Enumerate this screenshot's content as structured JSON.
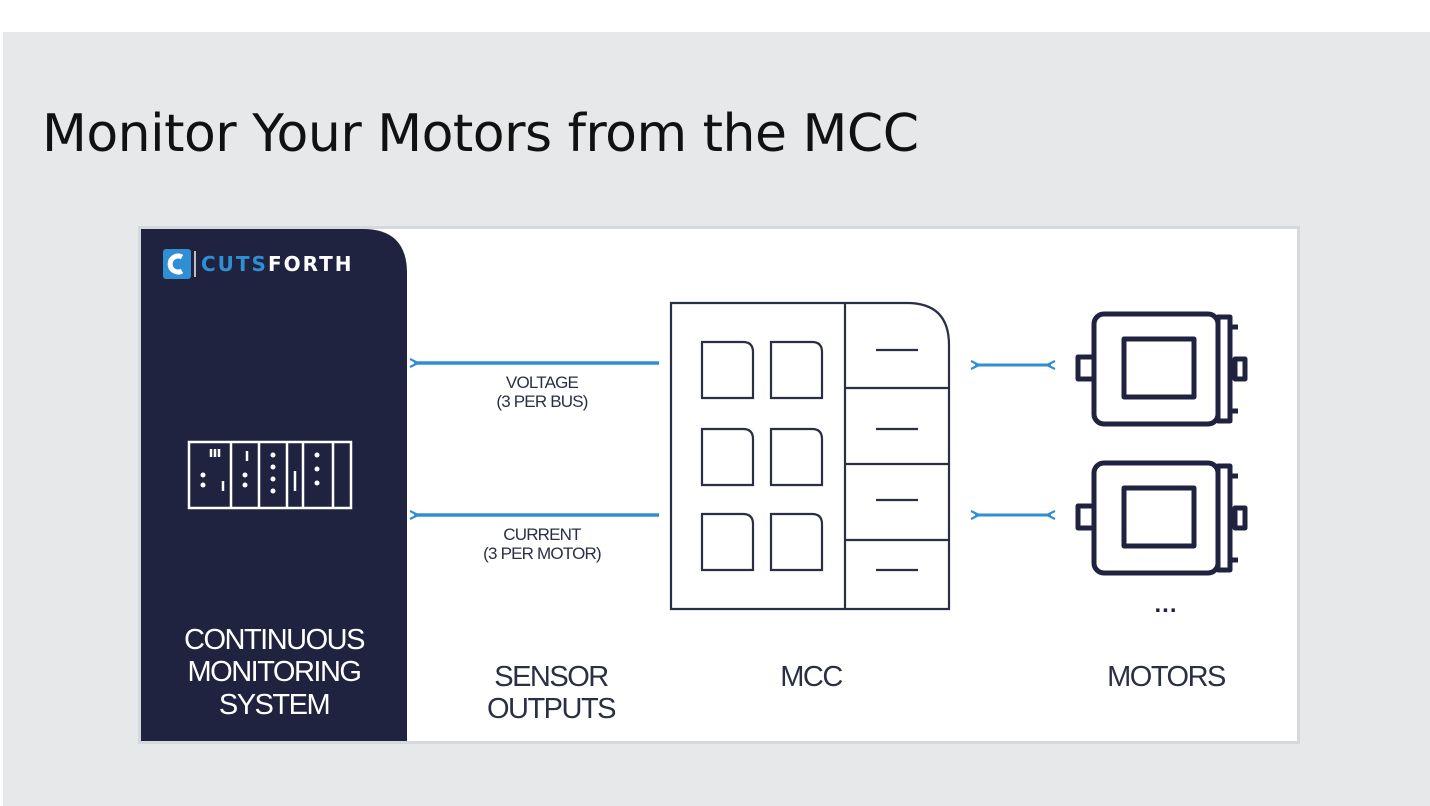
{
  "slide": {
    "title": "Monitor Your Motors from the MCC"
  },
  "brand": {
    "part1": "CUTS",
    "part2": "FORTH"
  },
  "diagram": {
    "system_label": [
      "CONTINUOUS",
      "MONITORING",
      "SYSTEM"
    ],
    "sensor_outputs_label": [
      "SENSOR",
      "OUTPUTS"
    ],
    "mcc_label": "MCC",
    "motors_label": "MOTORS",
    "voltage_label": [
      "VOLTAGE",
      "(3 PER BUS)"
    ],
    "current_label": [
      "CURRENT",
      "(3 PER MOTOR)"
    ],
    "ellipsis": "..."
  },
  "colors": {
    "navy_panel": "#1f2340",
    "accent_blue": "#2f8fd2",
    "line_dark": "#2a2f45",
    "background": "#e6e8ea"
  },
  "icons": {
    "logo": "cutsforth-c-logo-icon",
    "controller": "monitoring-rack-icon",
    "mcc": "mcc-cabinet-icon",
    "motor": "motor-icon",
    "arrow_left": "arrow-left-icon",
    "arrow_both": "double-arrow-icon"
  }
}
